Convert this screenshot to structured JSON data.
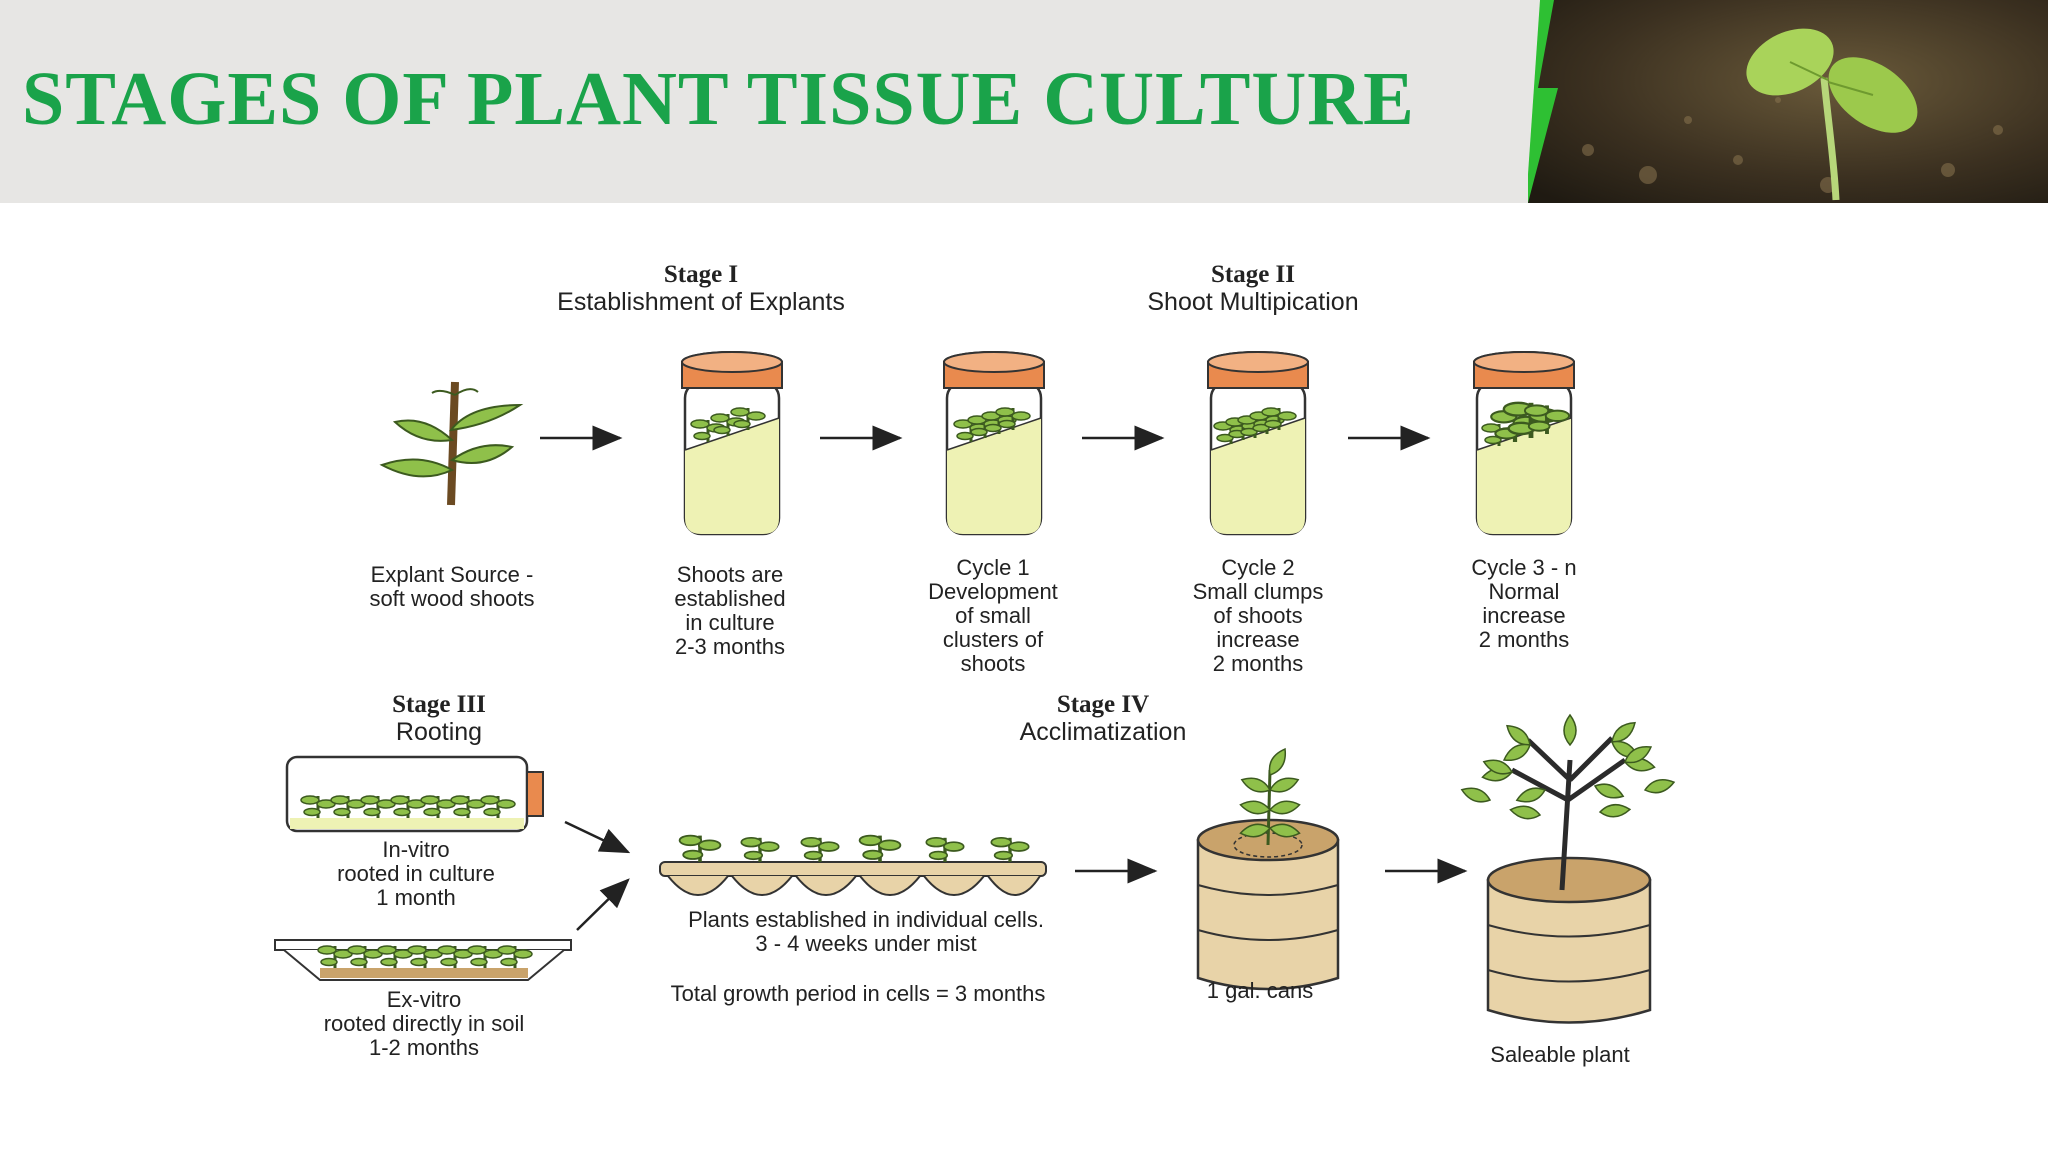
{
  "slide": {
    "title": "STAGES OF PLANT TISSUE CULTURE",
    "colors": {
      "title": "#1aa34a",
      "banner": "#e7e6e4",
      "accent_green": "#2ec033",
      "cap": "#e98a4e",
      "medium": "#eef2b4",
      "leaf": "#8fc04a",
      "soil": "#c9a36b"
    }
  },
  "stages": {
    "s1": {
      "number": "Stage I",
      "name": "Establishment of Explants"
    },
    "s2": {
      "number": "Stage II",
      "name": "Shoot Multipication"
    },
    "s3": {
      "number": "Stage III",
      "name": "Rooting"
    },
    "s4": {
      "number": "Stage IV",
      "name": "Acclimatization"
    }
  },
  "labels": {
    "explant": [
      "Explant Source -",
      "soft wood shoots"
    ],
    "shoots": [
      "Shoots are",
      "established",
      "in culture",
      "2-3 months"
    ],
    "cycle1": [
      "Cycle 1",
      "Development",
      "of small",
      "clusters of",
      "shoots"
    ],
    "cycle2": [
      "Cycle 2",
      "Small clumps",
      "of shoots",
      "increase",
      "2 months"
    ],
    "cycle3": [
      "Cycle 3 - n",
      "Normal",
      "increase",
      "2 months"
    ],
    "invitro": [
      "In-vitro",
      "rooted in culture",
      "1 month"
    ],
    "exvitro": [
      "Ex-vitro",
      "rooted directly in soil",
      "1-2 months"
    ],
    "cells": [
      "Plants established in individual cells.",
      "3 - 4 weeks under mist"
    ],
    "total": "Total growth period in cells = 3 months",
    "cans": "1 gal. cans",
    "saleable": "Saleable plant"
  }
}
